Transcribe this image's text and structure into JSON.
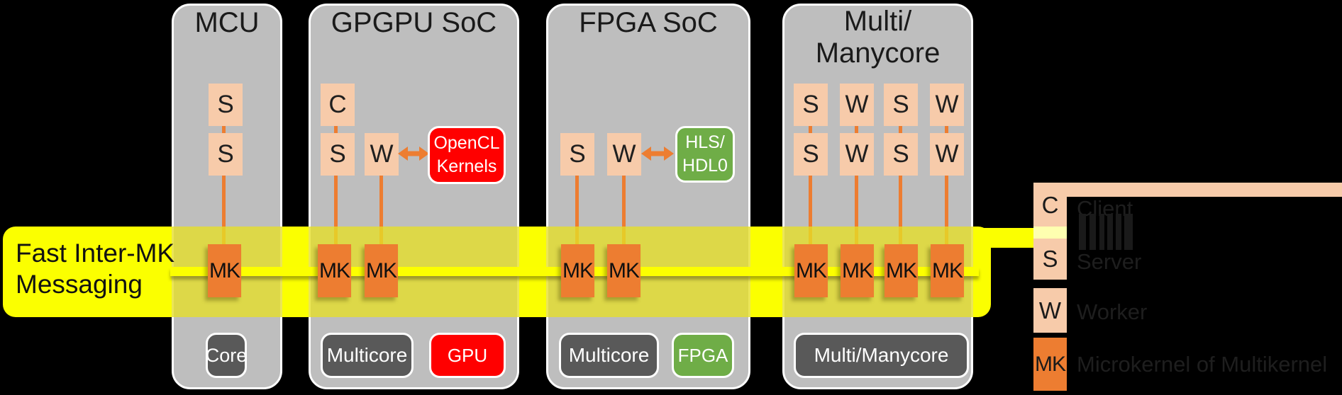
{
  "band": {
    "line1": "Fast Inter-MK",
    "line2": "Messaging"
  },
  "glyphs": {
    "client": "C",
    "server": "S",
    "worker": "W",
    "mk": "MK"
  },
  "panels": [
    {
      "title": "MCU",
      "core_label": "Core"
    },
    {
      "title": "GPGPU SoC",
      "core_label": "Multicore",
      "accel_label": "GPU",
      "callout1": "OpenCL",
      "callout2": "Kernels"
    },
    {
      "title": "FPGA SoC",
      "core_label": "Multicore",
      "accel_label": "FPGA",
      "callout1": "HLS/",
      "callout2": "HDL0"
    },
    {
      "title1": "Multi/",
      "title2": "Manycore",
      "core_label": "Multi/Manycore"
    }
  ],
  "legend": {
    "entries": [
      {
        "swatch": "C",
        "label": "Client"
      },
      {
        "swatch": "S",
        "label": "Server"
      },
      {
        "swatch": "W",
        "label": "Worker"
      },
      {
        "swatch": "MK",
        "label": "Microkernel of Multikernel"
      }
    ]
  },
  "colors": {
    "background": "#000000",
    "panel_gray": "#BEBEBE",
    "peach": "#F7CBAA",
    "orange": "#ED7D31",
    "bus_yellow": "#FBFF00",
    "band_over_panel": "#DAD24D",
    "legend_pale_yellow": "#FEFFB0",
    "red": "#FF0000",
    "green": "#6FAD47",
    "dark_gray_box": "#595959"
  }
}
